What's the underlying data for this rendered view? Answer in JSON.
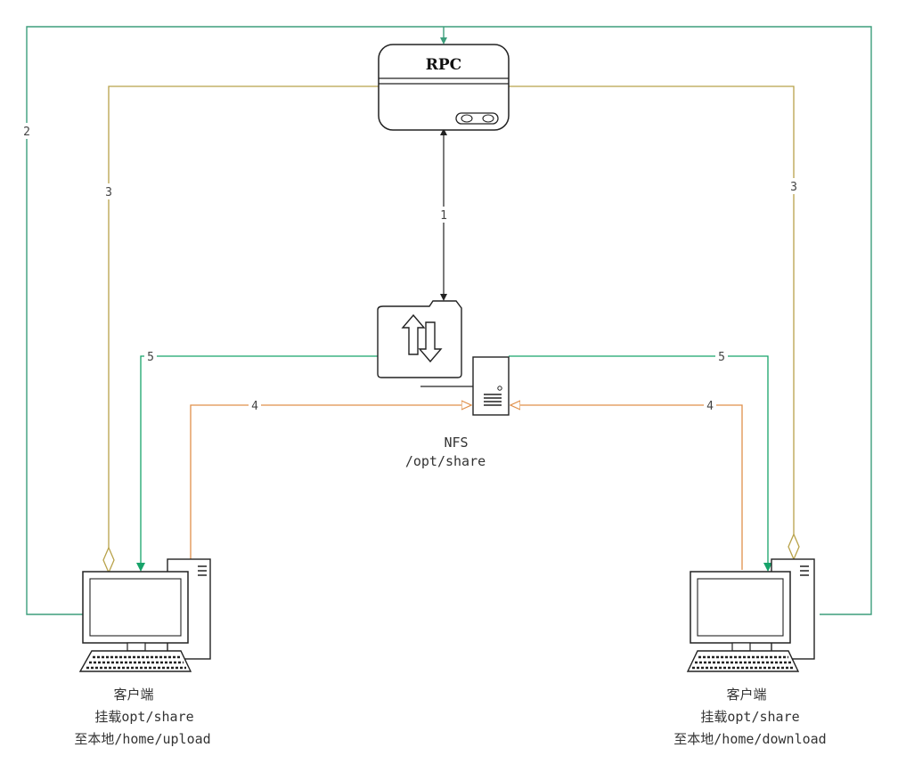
{
  "rpc": {
    "label": "RPC"
  },
  "nfs": {
    "line1": "NFS",
    "line2": "/opt/share"
  },
  "client_left": {
    "line1": "客户端",
    "line2": "挂载opt/share",
    "line3": "至本地/home/upload"
  },
  "client_right": {
    "line1": "客户端",
    "line2": "挂载opt/share",
    "line3": "至本地/home/download"
  },
  "edges": {
    "e1": "1",
    "e2": "2",
    "e3_left": "3",
    "e3_right": "3",
    "e4_left": "4",
    "e4_right": "4",
    "e5_left": "5",
    "e5_right": "5"
  },
  "colors": {
    "green": "#3d9e7c",
    "olive": "#b8a24a",
    "orange": "#e0904a",
    "black": "#222222"
  }
}
